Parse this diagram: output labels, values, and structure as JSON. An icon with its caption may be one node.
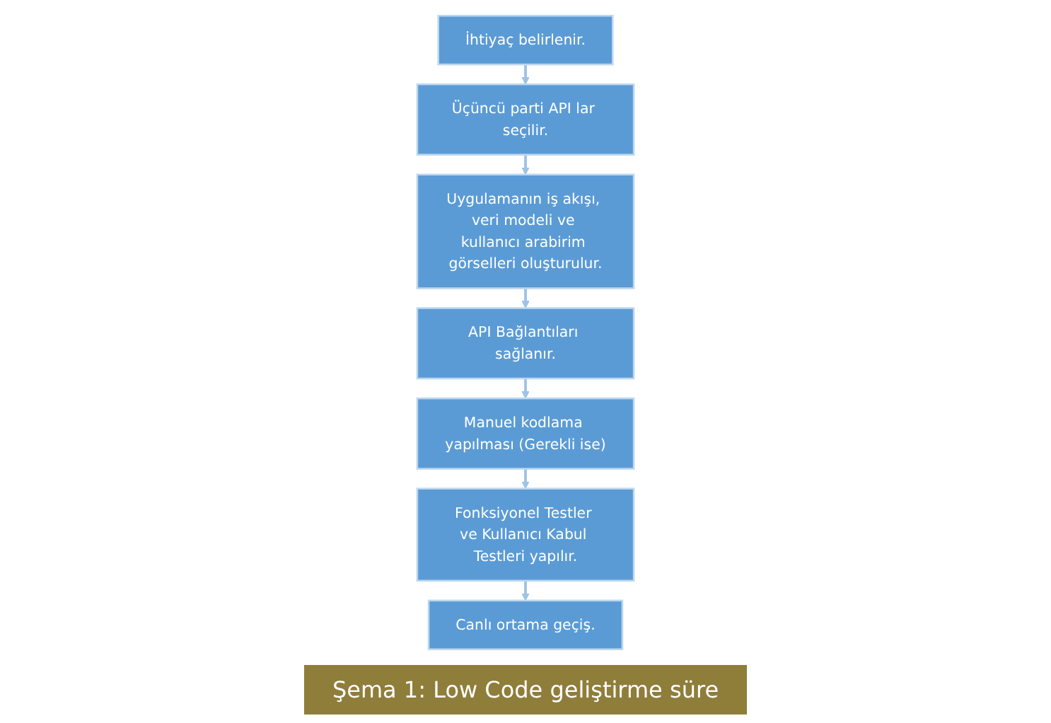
{
  "diagram": {
    "caption": "Şema 1: Low Code geliştirme süre",
    "nodes": [
      {
        "text": [
          "İhtiyaç belirlenir."
        ]
      },
      {
        "text": [
          "Üçüncü parti API lar seçilir."
        ]
      },
      {
        "text": [
          "Uygulamanın iş akışı, veri modeli ve kullanıcı arabirim görselleri oluşturulur."
        ]
      },
      {
        "text": [
          "API Bağlantıları sağlanır."
        ]
      },
      {
        "text": [
          "Manuel kodlama yapılması (Gerekli ise)"
        ]
      },
      {
        "text": [
          "Fonksiyonel Testler ve Kullanıcı Kabul Testleri yapılır."
        ]
      },
      {
        "text": [
          "Canlı ortama geçiş."
        ]
      }
    ],
    "edges": [
      {
        "from": 0,
        "to": 1,
        "arrow": "to"
      },
      {
        "from": 1,
        "to": 2,
        "arrow": "to"
      },
      {
        "from": 2,
        "to": 3,
        "arrow": "to"
      },
      {
        "from": 3,
        "to": 4,
        "arrow": "to"
      },
      {
        "from": 4,
        "to": 5,
        "arrow": "to"
      },
      {
        "from": 5,
        "to": 6,
        "arrow": "to"
      }
    ]
  }
}
